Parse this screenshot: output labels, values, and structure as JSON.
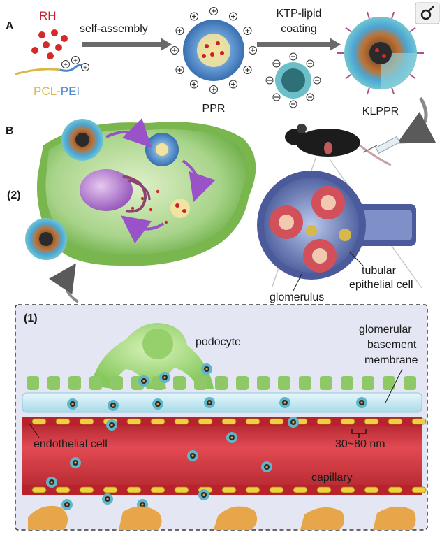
{
  "panel_a": {
    "letter": "A",
    "rh_label": "RH",
    "polymer_label_pcl": "PCL",
    "polymer_label_dash": "-",
    "polymer_label_pei": "PEI",
    "step1_label": "self-assembly",
    "ppr_label": "PPR",
    "step2_line1": "KTP-lipid",
    "step2_line2": "coating",
    "klppr_label": "KLPPR"
  },
  "panel_b": {
    "letter": "B",
    "marker_2": "(2)",
    "marker_1": "(1)",
    "tubular_line1": "tubular",
    "tubular_line2": "epithelial cell",
    "glomerulus_label": "glomerulus",
    "podocyte_label": "podocyte",
    "gbm_line1": "glomerular",
    "gbm_line2": "basement",
    "gbm_line3": "membrane",
    "endothelial_label": "endothelial cell",
    "size_label": "30~80 nm",
    "capillary_label": "capillary"
  },
  "colors": {
    "rh_red": "#c8202a",
    "pcl_yellow": "#d9b84a",
    "pei_blue": "#4a86c8",
    "lipid_cyan": "#59b8c4",
    "cell_green": "#7ab64e",
    "vessel_red": "#d8323c",
    "kidney_blue": "#4a5a9a"
  },
  "icons": {
    "corner_badge": "female-symbol-icon"
  }
}
